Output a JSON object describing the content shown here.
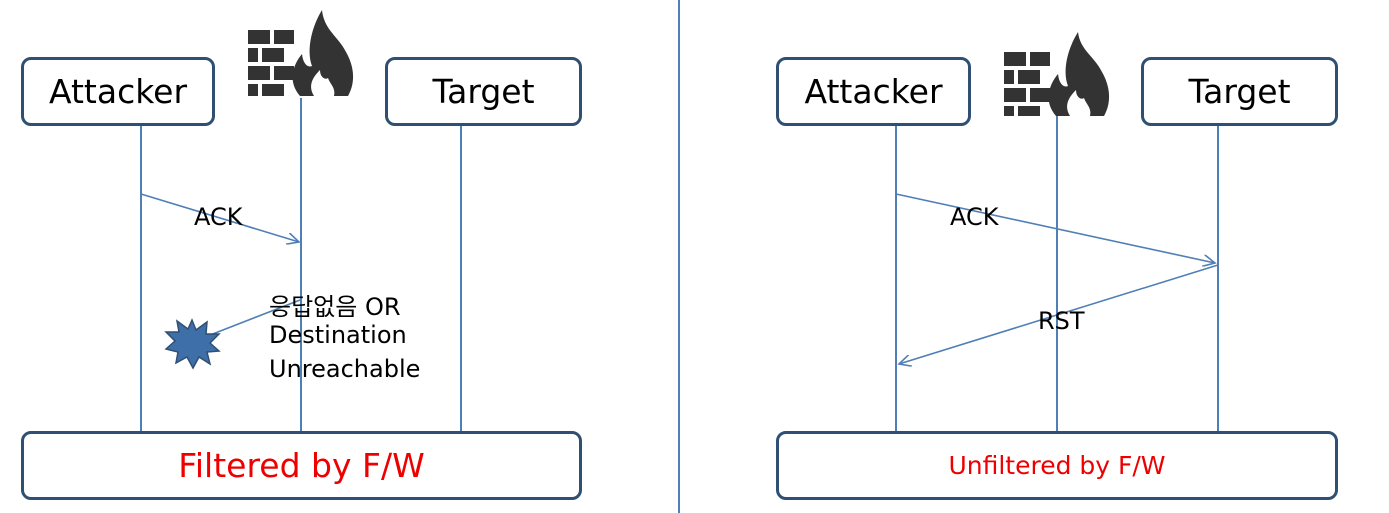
{
  "left": {
    "attacker_label": "Attacker",
    "target_label": "Target",
    "ack_label": "ACK",
    "response_lines": [
      "응답없음 OR",
      "Destination",
      "Unreachable"
    ],
    "result_label": "Filtered by F/W"
  },
  "right": {
    "attacker_label": "Attacker",
    "target_label": "Target",
    "ack_label": "ACK",
    "rst_label": "RST",
    "result_label": "Unfiltered by F/W"
  },
  "colors": {
    "box_border": "#2f4f73",
    "lifeline": "#4f7fb5",
    "result_text": "#ee0000",
    "firewall_icon": "#333333",
    "drop_burst": "#3f6fa8"
  },
  "icons": [
    "firewall-icon",
    "packet-drop-burst-icon"
  ]
}
